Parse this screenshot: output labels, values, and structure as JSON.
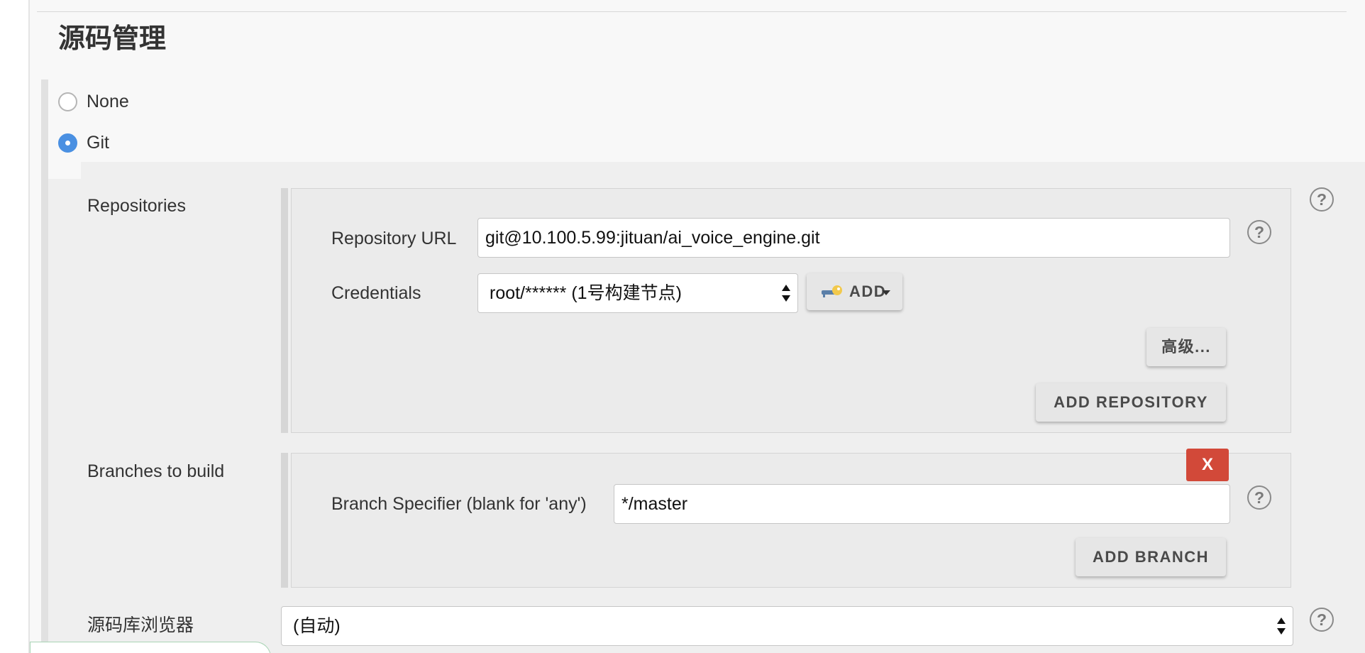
{
  "section": {
    "title": "源码管理"
  },
  "scm_options": [
    {
      "label": "None",
      "checked": false
    },
    {
      "label": "Git",
      "checked": true
    }
  ],
  "repositories": {
    "label": "Repositories",
    "url_label": "Repository URL",
    "url_value": "git@10.100.5.99:jituan/ai_voice_engine.git",
    "credentials_label": "Credentials",
    "credentials_value": "root/****** (1号构建节点)",
    "add_credentials_label": "ADD",
    "add_credentials_icon": "key-icon",
    "advanced_label": "高级...",
    "add_repository_label": "ADD REPOSITORY"
  },
  "branches": {
    "label": "Branches to build",
    "delete_label": "X",
    "specifier_label": "Branch Specifier (blank for 'any')",
    "specifier_value": "*/master",
    "add_branch_label": "ADD BRANCH"
  },
  "repo_browser": {
    "label": "源码库浏览器",
    "value": "(自动)"
  },
  "help_icon_symbol": "?",
  "colors": {
    "accent": "#4a90e2",
    "delete": "#d24939",
    "panel": "#f8f8f8",
    "group": "#ebebeb"
  }
}
